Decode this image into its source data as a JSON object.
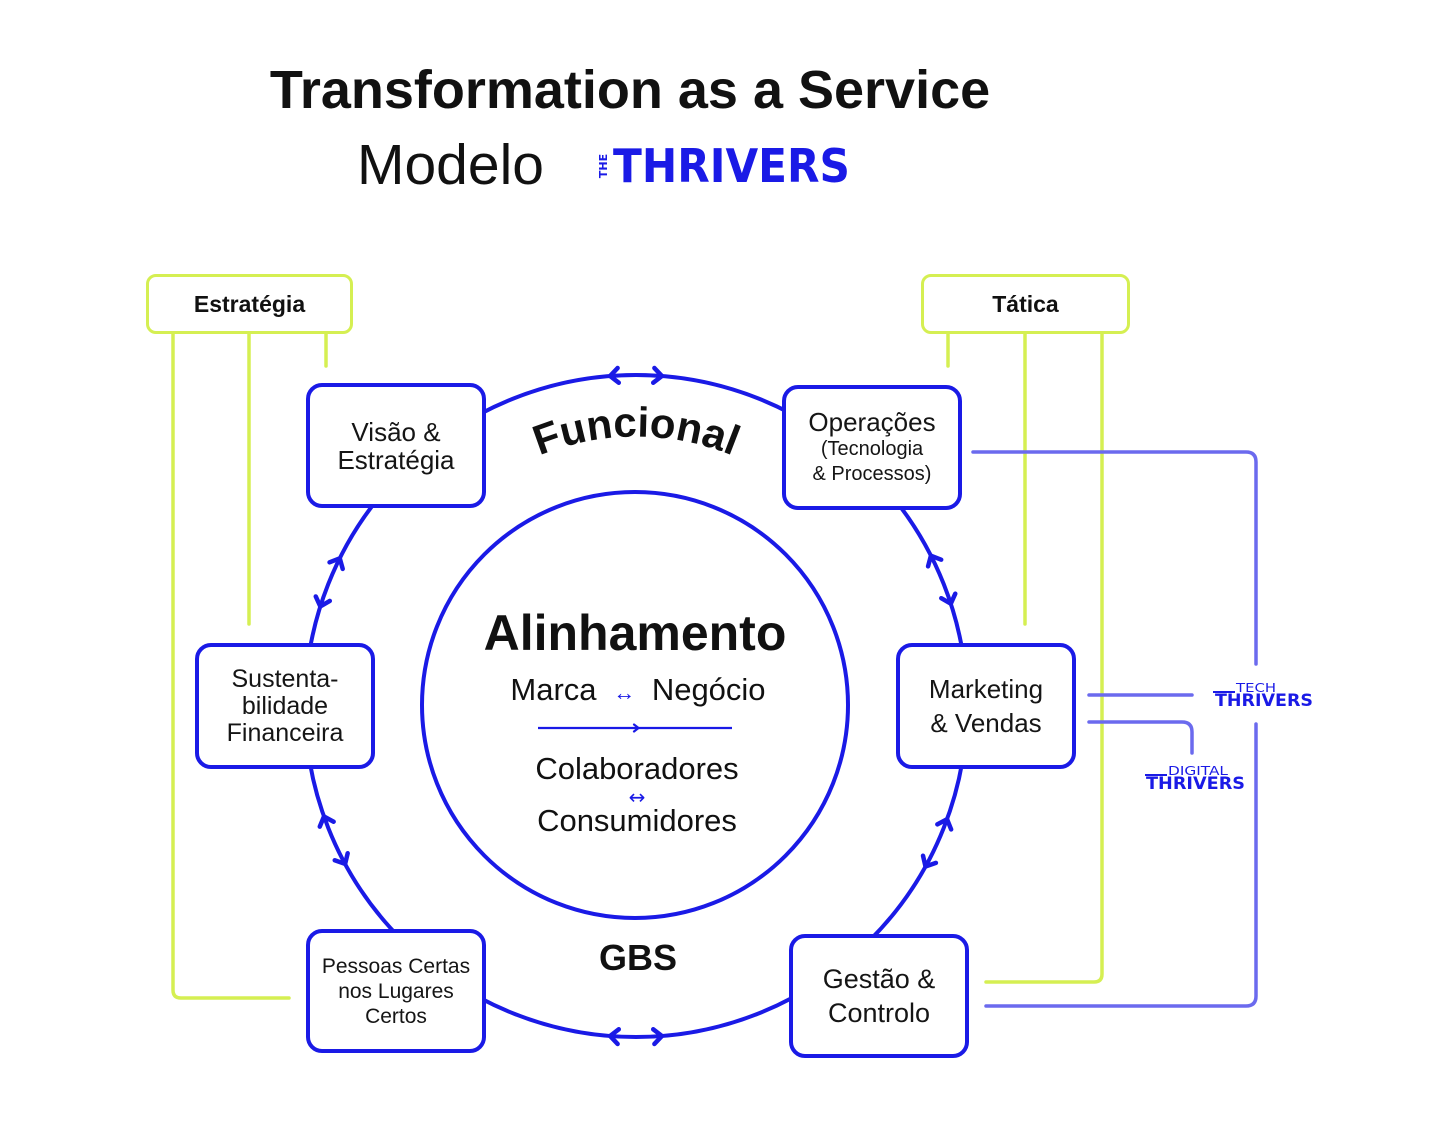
{
  "header": {
    "title": "Transformation as a Service",
    "subtitle": "Modelo",
    "logo": {
      "prefix": "THE",
      "name": "THRIVERS"
    }
  },
  "labels": {
    "strategy": "Estratégia",
    "tactics": "Tática"
  },
  "ring": {
    "top_label": "Funcional",
    "bottom_label": "GBS"
  },
  "center": {
    "title": "Alinhamento",
    "pair1_left": "Marca",
    "pair1_arrow": "↔",
    "pair1_right": "Negócio",
    "pair2_top": "Colaboradores",
    "pair2_arrow": "↔",
    "pair2_bottom": "Consumidores"
  },
  "nodes": [
    {
      "id": "visao",
      "line1": "Visão &",
      "line2": "Estratégia"
    },
    {
      "id": "operacoes",
      "line1": "Operações",
      "line2": "(Tecnologia",
      "line3": "& Processos)"
    },
    {
      "id": "sustenta",
      "line1": "Sustenta-",
      "line2": "bilidade",
      "line3": "Financeira"
    },
    {
      "id": "marketing",
      "line1": "Marketing",
      "line2": "& Vendas"
    },
    {
      "id": "pessoas",
      "line1": "Pessoas Certas",
      "line2": "nos Lugares",
      "line3": "Certos"
    },
    {
      "id": "gestao",
      "line1": "Gestão &",
      "line2": "Controlo"
    }
  ],
  "partners": [
    {
      "prefix": "TECH",
      "name": "THRIVERS"
    },
    {
      "prefix": "DIGITAL",
      "name": "THRIVERS"
    }
  ],
  "colors": {
    "brand_blue": "#1A1AE6",
    "strategy_green": "#D5EF52",
    "partner_purple": "#6B6AEE",
    "text": "#111111"
  }
}
